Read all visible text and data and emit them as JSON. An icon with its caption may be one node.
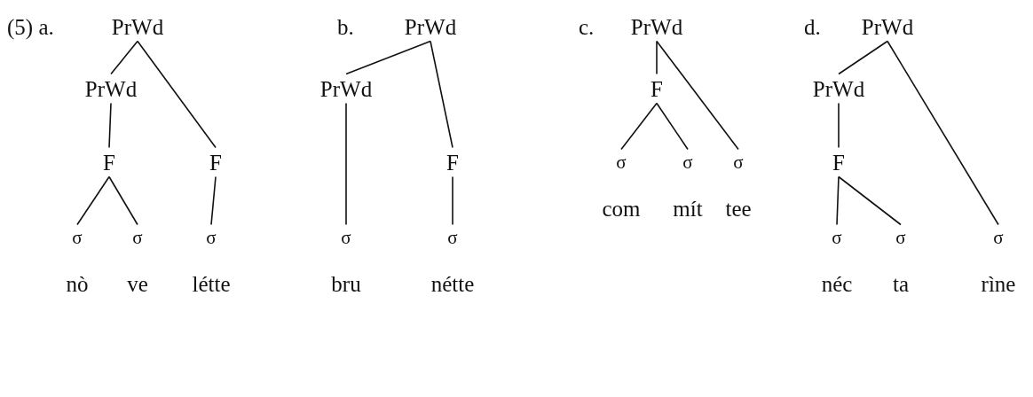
{
  "diagram": {
    "nodes": [
      {
        "text": [
          "PrWd"
        ]
      },
      {
        "text": [
          "PrWd"
        ]
      },
      {
        "text": [
          "F"
        ]
      },
      {
        "text": [
          "F"
        ]
      },
      {
        "text": [
          "σ"
        ],
        "beside": [
          "nò"
        ]
      },
      {
        "text": [
          "σ"
        ],
        "beside": [
          "ve"
        ]
      },
      {
        "text": [
          "σ"
        ],
        "beside": [
          "létte"
        ]
      },
      {
        "text": [
          "PrWd"
        ]
      },
      {
        "text": [
          "PrWd"
        ]
      },
      {
        "text": [
          "F"
        ]
      },
      {
        "text": [
          "σ"
        ],
        "beside": [
          "bru"
        ]
      },
      {
        "text": [
          "σ"
        ],
        "beside": [
          "nétte"
        ]
      },
      {
        "text": [
          "PrWd"
        ]
      },
      {
        "text": [
          "F"
        ]
      },
      {
        "text": [
          "σ"
        ],
        "beside": [
          "com"
        ]
      },
      {
        "text": [
          "σ"
        ],
        "beside": [
          "mít"
        ]
      },
      {
        "text": [
          "σ"
        ],
        "beside": [
          "tee"
        ]
      },
      {
        "text": [
          "PrWd"
        ]
      },
      {
        "text": [
          "PrWd"
        ]
      },
      {
        "text": [
          "F"
        ]
      },
      {
        "text": [
          "σ"
        ],
        "beside": [
          "néc"
        ]
      },
      {
        "text": [
          "σ"
        ],
        "beside": [
          "ta"
        ]
      },
      {
        "text": [
          "σ"
        ],
        "beside": [
          "rìne"
        ]
      }
    ],
    "edges": [
      {
        "from": 0,
        "to": 1,
        "arrow": "none"
      },
      {
        "from": 0,
        "to": 3,
        "arrow": "none"
      },
      {
        "from": 1,
        "to": 2,
        "arrow": "none"
      },
      {
        "from": 2,
        "to": 4,
        "arrow": "none"
      },
      {
        "from": 2,
        "to": 5,
        "arrow": "none"
      },
      {
        "from": 3,
        "to": 6,
        "arrow": "none"
      },
      {
        "from": 7,
        "to": 8,
        "arrow": "none"
      },
      {
        "from": 7,
        "to": 9,
        "arrow": "none"
      },
      {
        "from": 8,
        "to": 10,
        "arrow": "none"
      },
      {
        "from": 9,
        "to": 11,
        "arrow": "none"
      },
      {
        "from": 12,
        "to": 13,
        "arrow": "none"
      },
      {
        "from": 12,
        "to": 16,
        "arrow": "none"
      },
      {
        "from": 13,
        "to": 14,
        "arrow": "none"
      },
      {
        "from": 13,
        "to": 15,
        "arrow": "none"
      },
      {
        "from": 17,
        "to": 18,
        "arrow": "none"
      },
      {
        "from": 17,
        "to": 22,
        "arrow": "none"
      },
      {
        "from": 18,
        "to": 19,
        "arrow": "none"
      },
      {
        "from": 19,
        "to": 20,
        "arrow": "none"
      },
      {
        "from": 19,
        "to": 21,
        "arrow": "none"
      }
    ],
    "labels": [
      "(5) a.",
      "b.",
      "c.",
      "d."
    ]
  }
}
